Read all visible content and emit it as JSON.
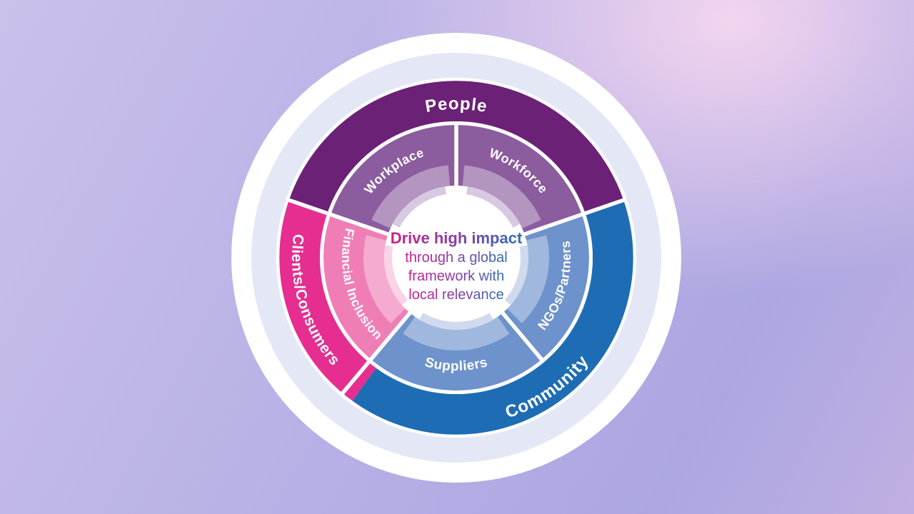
{
  "diagram": {
    "center_text": [
      "Drive high impact",
      "through a global",
      "framework with",
      "local relevance"
    ],
    "center_text_gradient": [
      "#CC1F8C",
      "#8A3EA4",
      "#2F6FB8"
    ],
    "background_ring_color": "#E4E7F5",
    "outer_segments": [
      {
        "id": "people",
        "label": "People",
        "color": "#6B2175"
      },
      {
        "id": "community",
        "label": "Community",
        "color": "#1E6DB4"
      },
      {
        "id": "clients-consumers",
        "label": "Clients/Consumers",
        "color": "#E52E90"
      }
    ],
    "inner_segments": [
      {
        "id": "workplace",
        "label": "Workplace",
        "color": "#8B5C9E",
        "glow": "#D8C9E0",
        "parent": "people"
      },
      {
        "id": "workforce",
        "label": "Workforce",
        "color": "#8B5C9E",
        "glow": "#D8C9E0",
        "parent": "people"
      },
      {
        "id": "ngos-partners",
        "label": "NGOs/Partners",
        "color": "#6E92CB",
        "glow": "#CFDAEE",
        "parent": "community"
      },
      {
        "id": "suppliers",
        "label": "Suppliers",
        "color": "#6E92CB",
        "glow": "#CFDAEE",
        "parent": "community"
      },
      {
        "id": "financial-inclusion",
        "label": "Financial Inclusion",
        "color": "#F07EB6",
        "glow": "#FAD3E6",
        "parent": "clients-consumers"
      }
    ]
  }
}
